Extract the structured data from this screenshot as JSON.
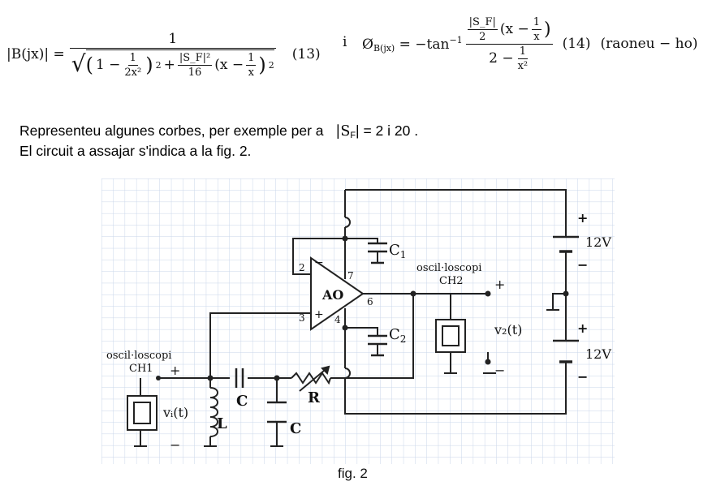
{
  "eq13": {
    "lhs": "|B(jx)| =",
    "num": "1",
    "den_a": "1 −",
    "den_a_num": "1",
    "den_a_den": "2x²",
    "den_plus": "+",
    "den_b_num": "|S_F|²",
    "den_b_den": "16",
    "den_b_tail_open": "(x −",
    "den_b_tail_num": "1",
    "den_b_tail_den": "x",
    "label": "(13)"
  },
  "sep_i": "i",
  "eq14": {
    "lhs": "ØB(jx) = −tan⁻¹",
    "lhs_main": "Ø",
    "lhs_sub": "B(jx)",
    "lhs_rest": "= −tan",
    "lhs_sup": "−1",
    "top_a_num": "|S_F|",
    "top_a_den": "2",
    "top_b_open": "(x −",
    "top_b_num": "1",
    "top_b_den": "x",
    "bottom": "2 −",
    "bottom_num": "1",
    "bottom_den": "x²",
    "label": "(14)",
    "note": "(raoneu − ho)"
  },
  "paragraph": {
    "line1_a": "Representeu algunes corbes, per exemple per a",
    "line1_sf": "|S",
    "line1_sf_sub": "F",
    "line1_b": "| = 2   i  20 .",
    "line2": "El circuit a assajar s'indica a la fig. 2."
  },
  "figure": {
    "caption": "fig. 2",
    "labels": {
      "c1": "C",
      "c1_sub": "1",
      "c2": "C",
      "c2_sub": "2",
      "ao": "AO",
      "pin2": "2",
      "pin3": "3",
      "pin4": "4",
      "pin6": "6",
      "pin7": "7",
      "osc2_line1": "oscil·loscopi",
      "osc2_line2": "CH2",
      "osc1_line1": "oscil·loscopi",
      "osc1_line2": "CH1",
      "v2": "v₂(t)",
      "vi": "vᵢ(t)",
      "batt_top": "12V",
      "batt_bottom": "12V",
      "plus": "+",
      "minus": "−",
      "c": "C",
      "r": "R",
      "l": "L"
    }
  }
}
